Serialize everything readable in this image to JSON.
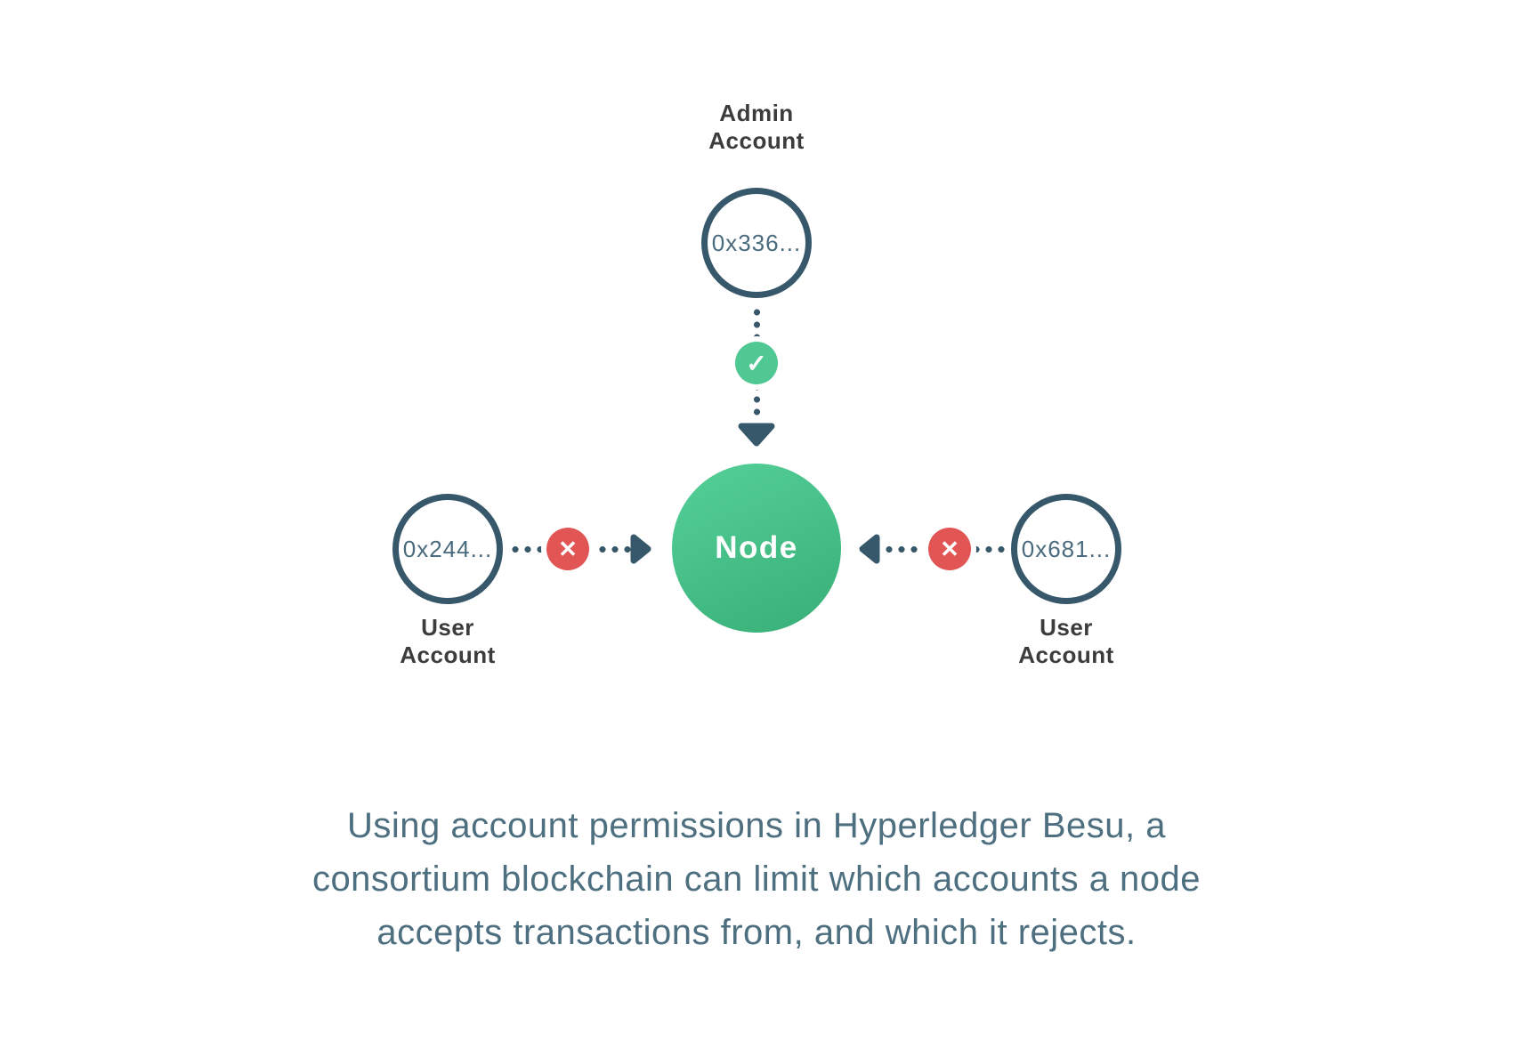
{
  "diagram": {
    "admin_account": {
      "label": "Admin\nAccount",
      "address": "0x336..."
    },
    "node": {
      "label": "Node"
    },
    "left_user_account": {
      "label": "User\nAccount",
      "address": "0x244..."
    },
    "right_user_account": {
      "label": "User\nAccount",
      "address": "0x681..."
    },
    "icons": {
      "check": "✓",
      "cross": "✕"
    }
  },
  "caption": "Using account permissions in Hyperledger Besu, a\nconsortium blockchain can limit which accounts a node\naccepts transactions from, and which it rejects.",
  "colors": {
    "slate": "#37586b",
    "address-text": "#4a6b7d",
    "label-text": "#3c3c3c",
    "caption-text": "#4d6f80",
    "green": "#4fc893",
    "node-green-light": "#53cd96",
    "node-green-dark": "#38b078",
    "red": "#e25555"
  }
}
